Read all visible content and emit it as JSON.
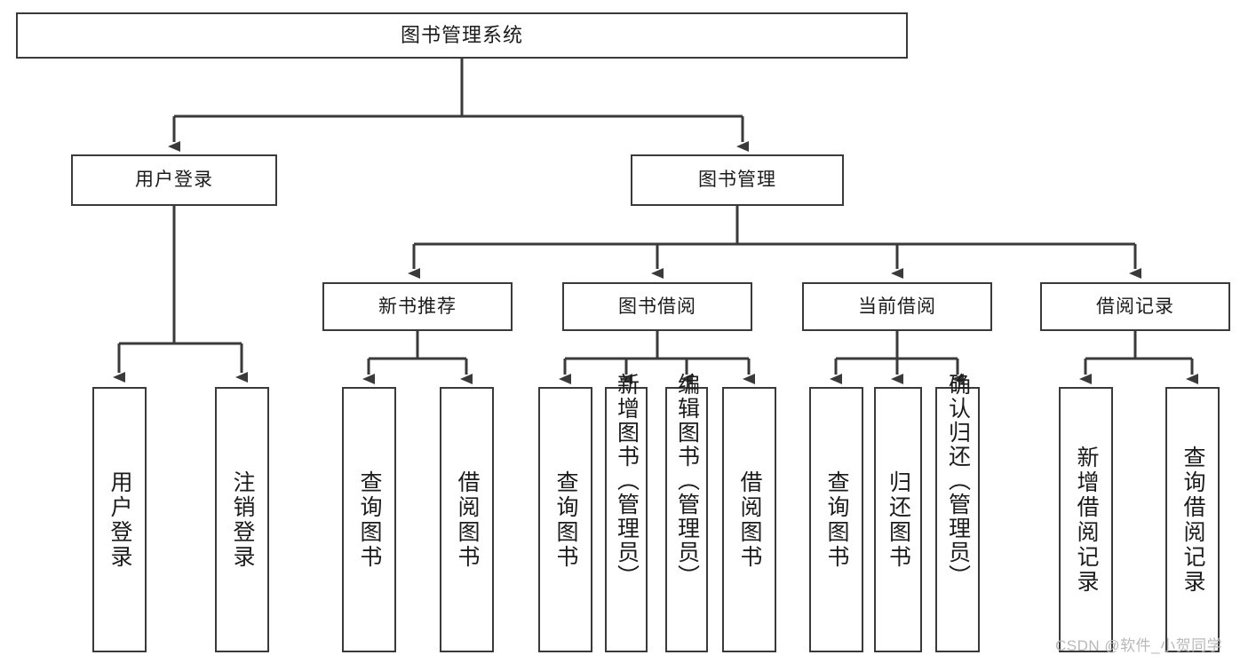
{
  "diagram": {
    "title": "图书管理系统",
    "type": "hierarchy-tree",
    "levels": 4,
    "root": {
      "id": "root",
      "label": "图书管理系统"
    },
    "level2": [
      {
        "id": "user-login",
        "label": "用户登录"
      },
      {
        "id": "book-manage",
        "label": "图书管理"
      }
    ],
    "level3": [
      {
        "id": "new-book-rec",
        "label": "新书推荐",
        "parent": "book-manage"
      },
      {
        "id": "book-borrow",
        "label": "图书借阅",
        "parent": "book-manage"
      },
      {
        "id": "current-borrow",
        "label": "当前借阅",
        "parent": "book-manage"
      },
      {
        "id": "borrow-record",
        "label": "借阅记录",
        "parent": "book-manage"
      }
    ],
    "leaves": {
      "user-login": [
        {
          "id": "leaf-user-login",
          "label": "用户登录"
        },
        {
          "id": "leaf-logout",
          "label": "注销登录"
        }
      ],
      "new-book-rec": [
        {
          "id": "leaf-query-book-1",
          "label": "查询图书"
        },
        {
          "id": "leaf-borrow-book-1",
          "label": "借阅图书"
        }
      ],
      "book-borrow": [
        {
          "id": "leaf-query-book-2",
          "label": "查询图书"
        },
        {
          "id": "leaf-add-book",
          "label": "新增图书（管理员）"
        },
        {
          "id": "leaf-edit-book",
          "label": "编辑图书（管理员）"
        },
        {
          "id": "leaf-borrow-book-2",
          "label": "借阅图书"
        }
      ],
      "current-borrow": [
        {
          "id": "leaf-query-book-3",
          "label": "查询图书"
        },
        {
          "id": "leaf-return-book",
          "label": "归还图书"
        },
        {
          "id": "leaf-confirm-return",
          "label": "确认归还（管理员）"
        }
      ],
      "borrow-record": [
        {
          "id": "leaf-add-record",
          "label": "新增借阅记录"
        },
        {
          "id": "leaf-query-record",
          "label": "查询借阅记录"
        }
      ]
    },
    "watermark": "CSDN @软件_小贺同学",
    "colors": {
      "stroke": "#3a3a3a",
      "fill": "#ffffff",
      "text": "#1b1b1b",
      "watermark": "#b9b9b9"
    }
  }
}
